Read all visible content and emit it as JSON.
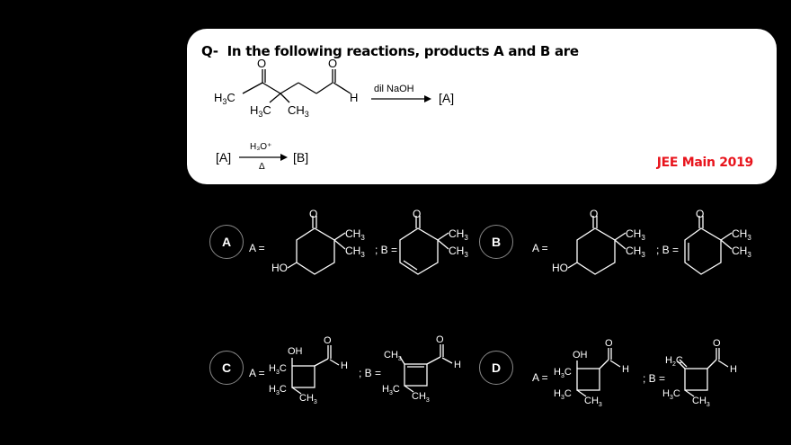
{
  "question": {
    "number": "Q-",
    "text": "In the following reactions, products A and B are",
    "exam_tag": "JEE Main 2019",
    "exam_tag_color": "#e8141c",
    "reaction1": {
      "reactant": "2-oxo aldehyde: H3C-CO-C(CH3)2-CH2-CH2-CHO",
      "reagent": "dil NaOH",
      "product": "[A]",
      "labels": {
        "h3c_left": "H₃C",
        "h3c_bottom": "H₃C",
        "ch3_bottom": "CH₃",
        "h": "H",
        "o": "O"
      }
    },
    "reaction2": {
      "reactant": "[A]",
      "reagent_top": "H₃O⁺",
      "reagent_bottom": "Δ",
      "product": "[B]"
    }
  },
  "options": [
    {
      "letter": "A",
      "a_label": "A =",
      "b_label": "; B =",
      "a_structure": "5-hydroxy-2,2-dimethylcyclohexanone",
      "b_structure": "6,6-dimethylcyclohex-3-enone"
    },
    {
      "letter": "B",
      "a_label": "A =",
      "b_label": "; B =",
      "a_structure": "5-hydroxy-2,2-dimethylcyclohexanone",
      "b_structure": "6,6-dimethylcyclohex-2-enone"
    },
    {
      "letter": "C",
      "a_label": "A =",
      "b_label": "; B =",
      "a_structure": "2-hydroxy-2,3,3-trimethylcyclobutanecarbaldehyde",
      "b_structure": "2,3,3-trimethylcyclobut-1-enecarbaldehyde"
    },
    {
      "letter": "D",
      "a_label": "A =",
      "b_label": "; B =",
      "a_structure": "2-hydroxy-2,3,3-trimethylcyclobutanecarbaldehyde",
      "b_structure": "2-methylene-3,3-dimethylcyclobutanecarbaldehyde"
    }
  ],
  "chem_labels": {
    "o": "O",
    "h": "H",
    "oh": "OH",
    "ho": "HO",
    "ch3": "CH₃",
    "h3c": "H₃C",
    "h2c": "H₂C"
  }
}
